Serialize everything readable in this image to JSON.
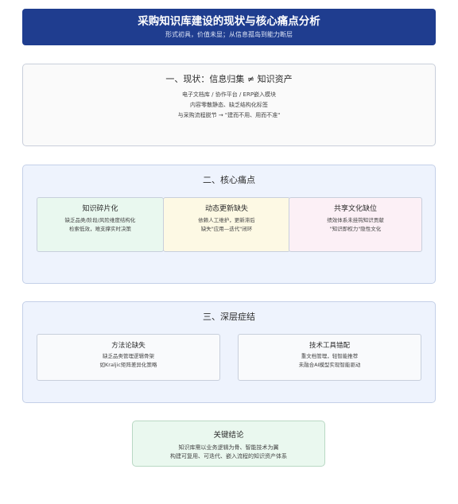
{
  "header": {
    "title": "采购知识库建设的现状与核心痛点分析",
    "subtitle": "形式初具，价值未显；从信息孤岛到能力断层"
  },
  "status": {
    "title": "一、现状：信息归集 ≠ 知识资产",
    "lines": [
      "电子文档库 / 协作平台 / ERP嵌入模块",
      "内容零散静态、缺乏结构化标签",
      "与采购流程脱节 → \"建而不用、用而不准\""
    ]
  },
  "pain_points": {
    "title": "二、核心痛点",
    "cards": [
      {
        "title": "知识碎片化",
        "lines": [
          "缺乏品类/阶段/风险维度结构化",
          "检索低效，难支撑实时决策"
        ]
      },
      {
        "title": "动态更新缺失",
        "lines": [
          "依赖人工维护，更新滞后",
          "缺失\"应用—迭代\"闭环"
        ]
      },
      {
        "title": "共享文化缺位",
        "lines": [
          "绩效体系未挂钩知识贡献",
          "\"知识即权力\"隐性文化"
        ]
      }
    ]
  },
  "root_causes": {
    "title": "三、深层症结",
    "cards": [
      {
        "title": "方法论缺失",
        "lines": [
          "缺乏品类管理逻辑骨架",
          "如Kraljic矩阵差异化策略"
        ]
      },
      {
        "title": "技术工具错配",
        "lines": [
          "重文档管理，轻智能推荐",
          "未融合AI模型实现智能驱动"
        ]
      }
    ]
  },
  "conclusion": {
    "title": "关键结论",
    "lines": [
      "知识库需以业务逻辑为骨、智能技术为翼",
      "构建可复用、可迭代、嵌入流程的知识资产体系"
    ]
  },
  "colors": {
    "header_bg": "#1f3d8f",
    "card_green": "#e9f8ef",
    "card_yellow": "#fdf9e4",
    "card_pink": "#fcf0f6",
    "panel_blue": "#eef3fd"
  }
}
